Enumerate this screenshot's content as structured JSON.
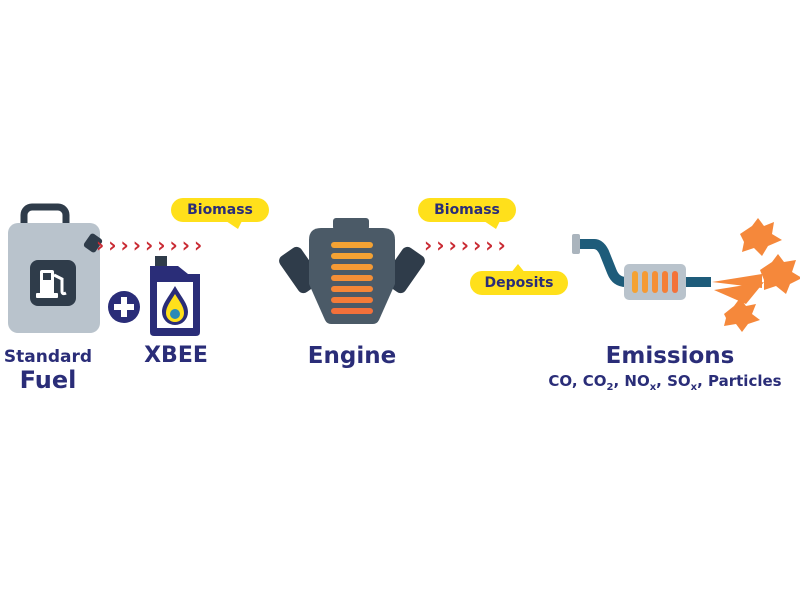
{
  "labels": {
    "standard_line1": "Standard",
    "standard_line2": "Fuel",
    "xbee": "XBEE",
    "engine": "Engine",
    "emissions": "Emissions",
    "emission_list": {
      "co": "CO, CO",
      "co2_sub": "2",
      "nox_prefix": ", NO",
      "nox_sub": "x",
      "sox_prefix": ", SO",
      "sox_sub": "x",
      "particles": ", Particles"
    }
  },
  "callouts": {
    "biomass_1": "Biomass",
    "biomass_2": "Biomass",
    "deposits": "Deposits"
  },
  "arrows": {
    "segment_1": "›››››››››",
    "segment_2": "›››››››"
  },
  "icons": {
    "fuel_can": "fuel-can-icon",
    "fuel_pump": "fuel-pump-icon",
    "plus": "plus-icon",
    "xbee_bottle": "oil-bottle-icon",
    "engine": "engine-icon",
    "exhaust": "exhaust-pipe-icon",
    "smoke": "smoke-icon"
  },
  "colors": {
    "navy": "#2a2d78",
    "slate": "#4b5a67",
    "yellow": "#ffe01b",
    "red": "#c92a33",
    "orange": "#f5883b",
    "teal": "#1e5c7a"
  }
}
